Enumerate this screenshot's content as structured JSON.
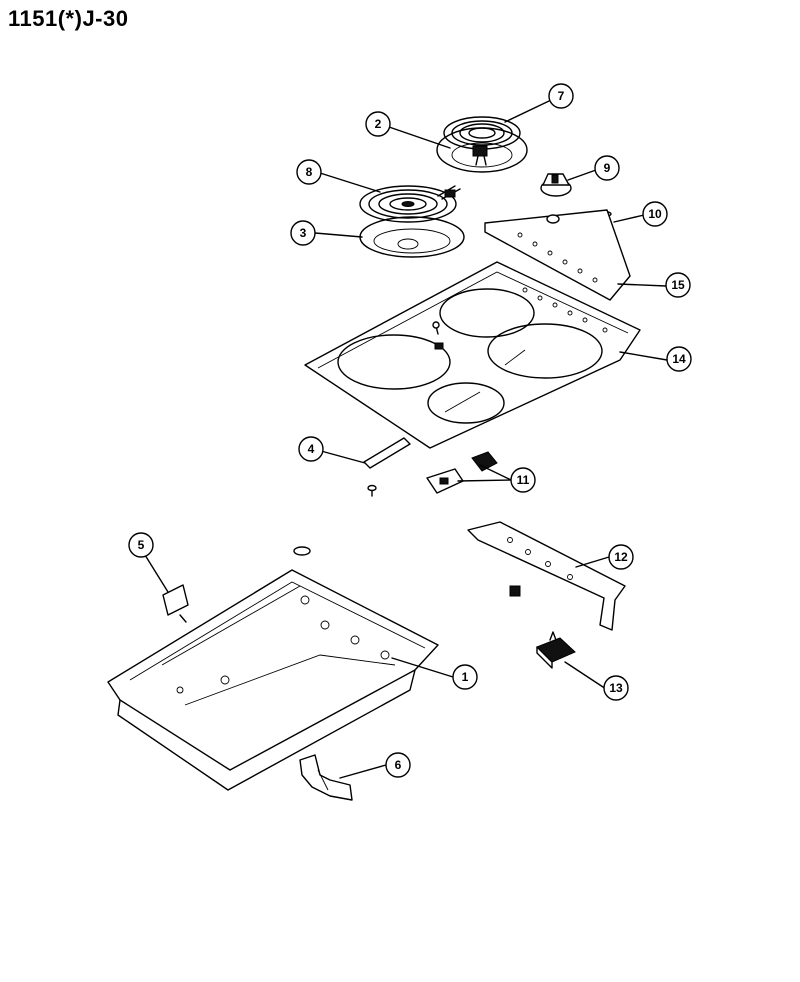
{
  "title": "1151(*)J-30",
  "callouts": [
    {
      "id": "c1",
      "label": "1"
    },
    {
      "id": "c2",
      "label": "2"
    },
    {
      "id": "c3",
      "label": "3"
    },
    {
      "id": "c4",
      "label": "4"
    },
    {
      "id": "c5",
      "label": "5"
    },
    {
      "id": "c6",
      "label": "6"
    },
    {
      "id": "c7",
      "label": "7"
    },
    {
      "id": "c8",
      "label": "8"
    },
    {
      "id": "c9",
      "label": "9"
    },
    {
      "id": "c10",
      "label": "10"
    },
    {
      "id": "c11",
      "label": "11"
    },
    {
      "id": "c12",
      "label": "12"
    },
    {
      "id": "c13",
      "label": "13"
    },
    {
      "id": "c14",
      "label": "14"
    },
    {
      "id": "c15",
      "label": "15"
    }
  ]
}
